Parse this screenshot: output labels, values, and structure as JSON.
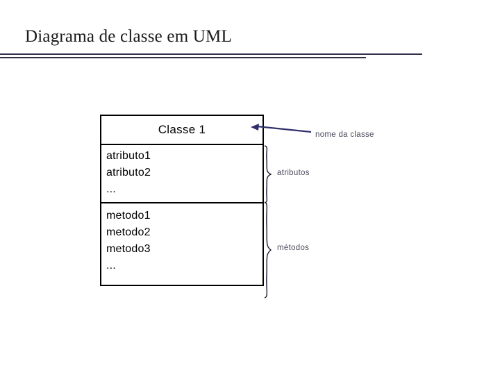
{
  "slide": {
    "title": "Diagrama de classe em UML",
    "divider_color": "#32304a"
  },
  "class_box": {
    "name": "Classe 1",
    "attributes": [
      "atributo1",
      "atributo2",
      "..."
    ],
    "methods": [
      "metodo1",
      "metodo2",
      "metodo3",
      "..."
    ],
    "border_color": "#000000"
  },
  "annotations": {
    "class_name_callout": {
      "label": "nome da classe",
      "arrow_color": "#2f2f6b",
      "text_color": "#4b4b5e"
    },
    "attributes_callout": {
      "label": "atributos",
      "text_color": "#4b4b5e"
    },
    "methods_callout": {
      "label": "métodos",
      "text_color": "#4b4b5e"
    }
  }
}
